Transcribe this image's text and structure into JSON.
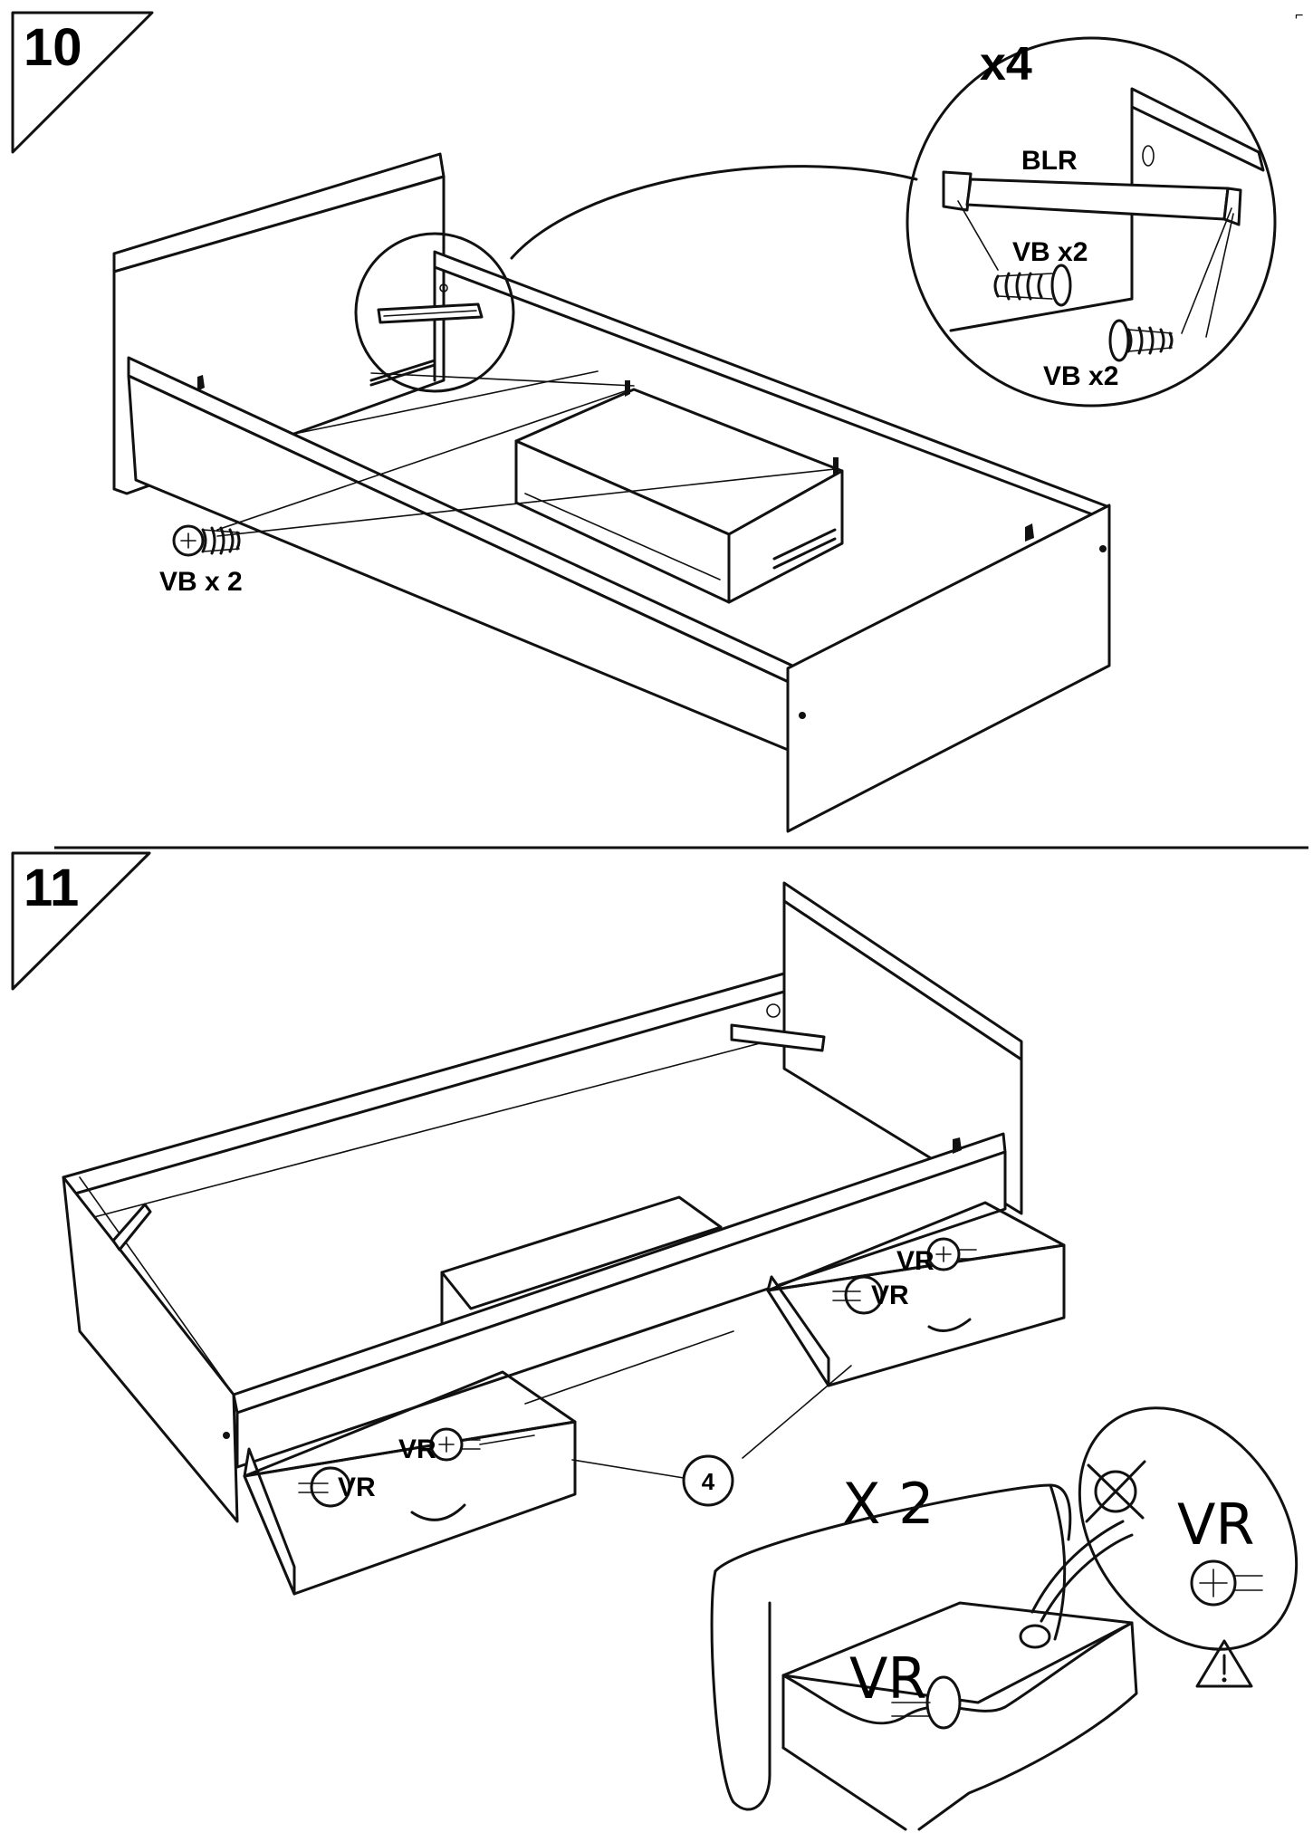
{
  "steps": [
    {
      "number": "10",
      "callout_multiplier": "x4",
      "labels": {
        "bracket": "BLR",
        "screw_upper": "VB x2",
        "screw_lower": "VB x2",
        "screw_main": "VB x 2"
      }
    },
    {
      "number": "11",
      "part_number": "4",
      "multiplier": "X 2",
      "labels": {
        "vr_right_a": "VR",
        "vr_right_b": "VR",
        "vr_left_a": "VR",
        "vr_left_b": "VR",
        "vr_detail": "VR",
        "vr_drawer": "VR"
      },
      "warning_icon": "warning-triangle-icon",
      "prohibited_icon": "crossed-circle-icon"
    }
  ],
  "colors": {
    "line": "#111111",
    "background": "#ffffff"
  }
}
